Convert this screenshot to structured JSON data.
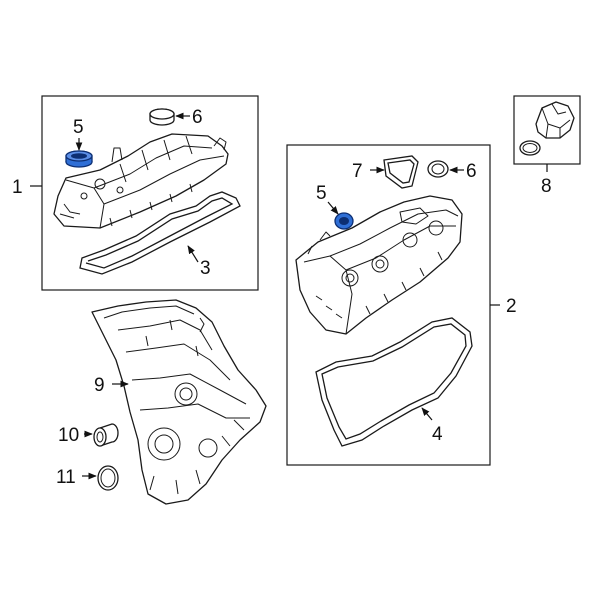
{
  "callouts": {
    "c1": "1",
    "c2": "2",
    "c3": "3",
    "c4": "4",
    "c5_left": "5",
    "c5_right": "5",
    "c6_left": "6",
    "c6_right": "6",
    "c7": "7",
    "c8": "8",
    "c9": "9",
    "c10": "10",
    "c11": "11"
  },
  "colors": {
    "line": "#1a1a1a",
    "highlight": "#2f6fd6",
    "highlight_stroke": "#0d2f73",
    "background": "#ffffff"
  }
}
